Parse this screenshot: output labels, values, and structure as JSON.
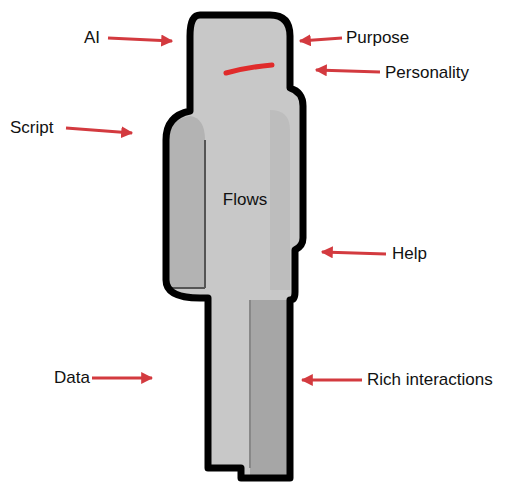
{
  "diagram": {
    "nodes": [
      {
        "text": [
          "Flows"
        ]
      }
    ],
    "labels": [
      "AI",
      "Purpose",
      "Personality",
      "Script",
      "Help",
      "Data",
      "Rich interactions"
    ]
  }
}
